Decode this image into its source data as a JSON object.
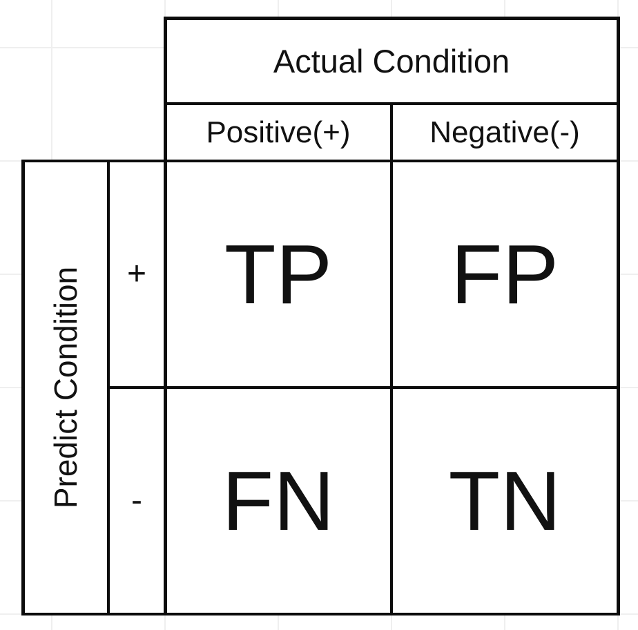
{
  "matrix": {
    "column_group": "Actual Condition",
    "columns": [
      "Positive(+)",
      "Negative(-)"
    ],
    "row_group": "Predict Condition",
    "rows": [
      "+",
      "-"
    ],
    "cells": [
      [
        "TP",
        "FP"
      ],
      [
        "FN",
        "TN"
      ]
    ]
  },
  "colors": {
    "line": "#0c0c0c",
    "text": "#111111",
    "grid": "#efefef",
    "surface": "#ffffff"
  }
}
